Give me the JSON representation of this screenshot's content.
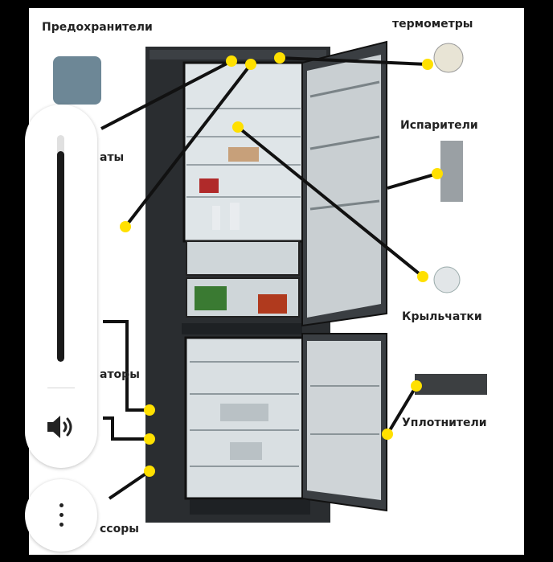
{
  "image": {
    "labels": {
      "fuses": "Предохранители",
      "thermometers": "термометры",
      "evaporators": "Испарители",
      "relays_partial": "аты",
      "fans": "Крыльчатки",
      "sensors_partial": "аторы",
      "seals": "Уплотнители",
      "compressors_partial": "ссоры"
    }
  },
  "volume_overlay": {
    "level": 0.93,
    "icon": "speaker-volume-icon"
  },
  "more_button": {
    "icon": "more-vert-icon"
  },
  "colors": {
    "marker": "#ffe000",
    "fridge_body": "#2a2d30",
    "slider_fill": "#1a1a1a"
  }
}
